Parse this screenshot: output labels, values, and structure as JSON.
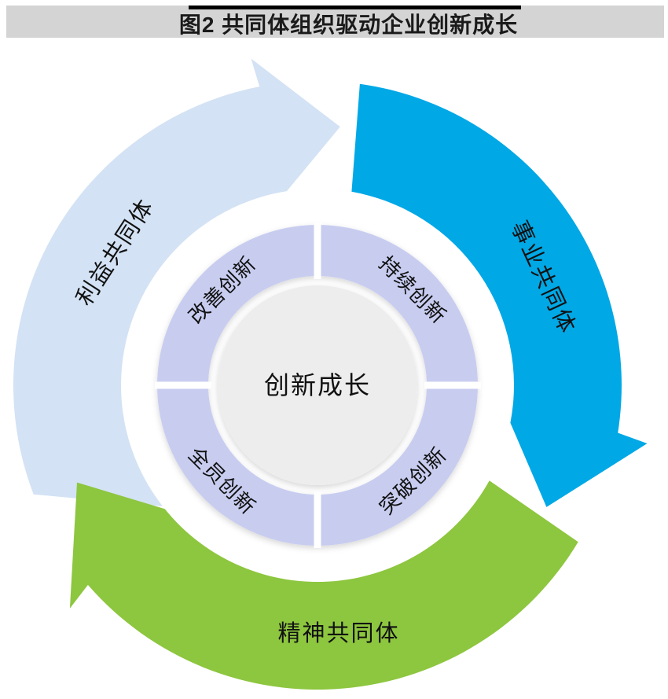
{
  "header": {
    "title": "图2  共同体组织驱动企业创新成长"
  },
  "colors": {
    "title_band": "#d4d4d4",
    "title_bar": "#000000",
    "inner_ring": "#c8cdf0",
    "center_circle": "#ededed",
    "divider": "#ffffff",
    "text": "#111111"
  },
  "diagram": {
    "center": {
      "label": "创新成长"
    },
    "inner_segments": [
      {
        "label": "改善创新",
        "position": "top-left"
      },
      {
        "label": "持续创新",
        "position": "top-right"
      },
      {
        "label": "全员创新",
        "position": "bottom-left"
      },
      {
        "label": "突破创新",
        "position": "bottom-right"
      }
    ],
    "outer_arrows": [
      {
        "label": "利益共同体",
        "color": "#d3e2f4",
        "position": "left",
        "direction": "clockwise"
      },
      {
        "label": "事业共同体",
        "color": "#00a8e6",
        "position": "right",
        "direction": "clockwise"
      },
      {
        "label": "精神共同体",
        "color": "#8dc63f",
        "position": "bottom",
        "direction": "clockwise"
      }
    ]
  }
}
